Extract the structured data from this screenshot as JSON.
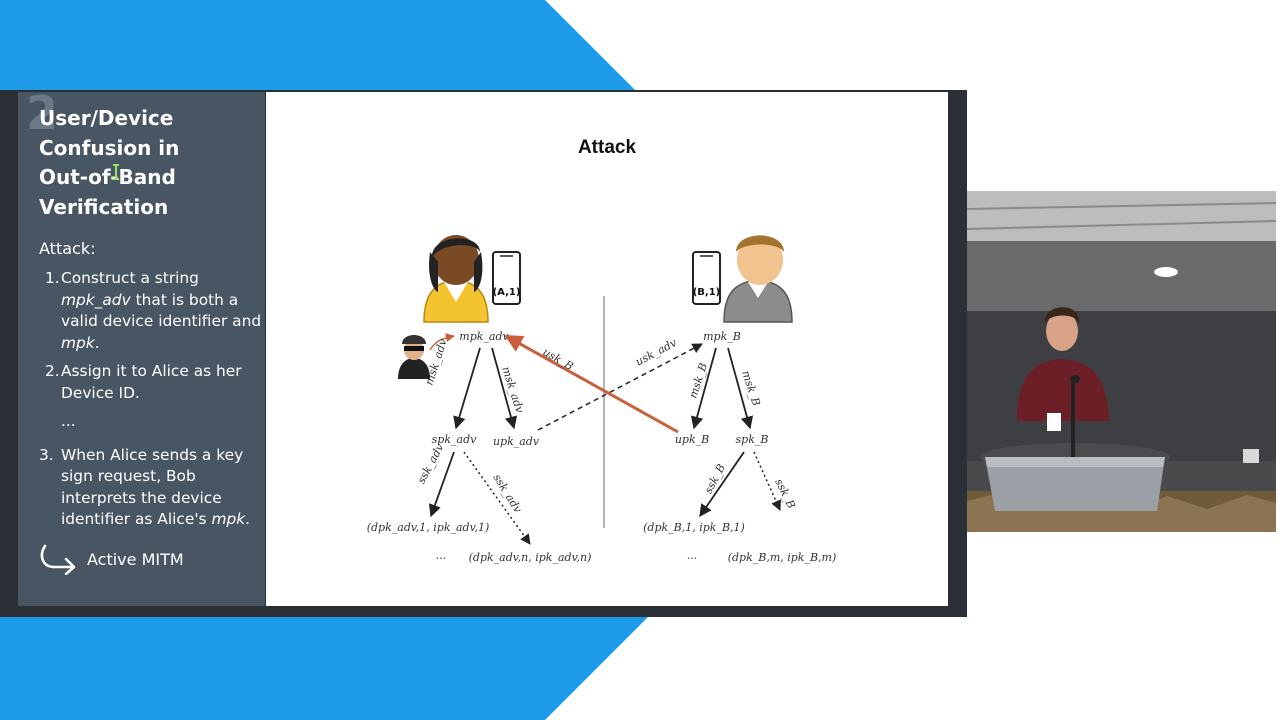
{
  "colors": {
    "brand_blue": "#1e9be8",
    "sidebar_bg": "#485663",
    "frame_dark": "#2b2f36",
    "attack_arrow": "#c9603d"
  },
  "sidebar": {
    "slide_number": "2",
    "title_lines": [
      "User/Device",
      "Confusion in",
      "Out-of-Band",
      "Verification"
    ],
    "attack_label": "Attack:",
    "steps": [
      {
        "num": "1.",
        "parts": [
          "Construct a string",
          "mpk_adv",
          "that is both a valid device identifier and",
          "mpk",
          "."
        ]
      },
      {
        "num": "2.",
        "text": "Assign it to Alice as her Device ID."
      },
      {
        "num": "3.",
        "parts": [
          "When Alice sends a key sign request, Bob interprets the device identifier as Alice's",
          "mpk",
          "."
        ]
      }
    ],
    "ellipsis": "...",
    "mitm_icon": "curved-arrow-icon",
    "mitm_label": "Active MITM"
  },
  "slide": {
    "title": "Attack",
    "alice_device": "(A,1)",
    "bob_device": "(B,1)",
    "alice_icon": "alice-person-icon",
    "bob_icon": "bob-person-icon",
    "adversary_icon": "adversary-spy-icon",
    "phone_icon": "phone-icon",
    "left_tree": {
      "root": "mpk_adv",
      "left_edge": "msk_adv",
      "right_edge": "msk_adv",
      "spk": "spk_adv",
      "upk": "upk_adv",
      "ssk_left": "ssk_adv",
      "ssk_right": "ssk_adv",
      "leaf_first": "(dpk_adv,1, ipk_adv,1)",
      "leaf_dots": "...",
      "leaf_last": "(dpk_adv,n, ipk_adv,n)"
    },
    "right_tree": {
      "root": "mpk_B",
      "left_edge": "msk_B",
      "right_edge": "msk_B",
      "upk": "upk_B",
      "spk": "spk_B",
      "ssk_left": "ssk_B",
      "ssk_right": "ssk_B",
      "leaf_first": "(dpk_B,1, ipk_B,1)",
      "leaf_dots": "...",
      "leaf_last": "(dpk_B,m, ipk_B,m)"
    },
    "cross_labels": {
      "usk_B": "usk_B",
      "usk_adv": "usk_adv"
    }
  },
  "video": {
    "description_icon": "speaker-video-feed"
  }
}
